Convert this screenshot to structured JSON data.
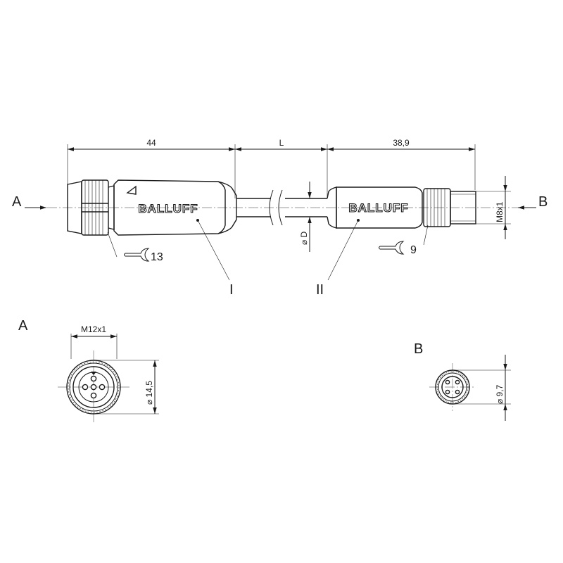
{
  "drawing": {
    "dimensions": {
      "length_left": "44",
      "length_cable": "L",
      "length_right": "38,9",
      "thread_right": "M8x1",
      "cable_diameter": "⌀ D",
      "thread_left": "M12x1",
      "diameter_a": "⌀ 14,5",
      "diameter_b": "⌀ 9,7"
    },
    "views": {
      "view_a_arrow": "A",
      "view_b_arrow": "B",
      "view_a_title": "A",
      "view_b_title": "B"
    },
    "wrench": {
      "left_size": "13",
      "right_size": "9"
    },
    "callouts": {
      "part_one": "I",
      "part_two": "II"
    },
    "brand": {
      "left_logo": "BALLUFF",
      "right_logo": "BALLUFF"
    }
  }
}
